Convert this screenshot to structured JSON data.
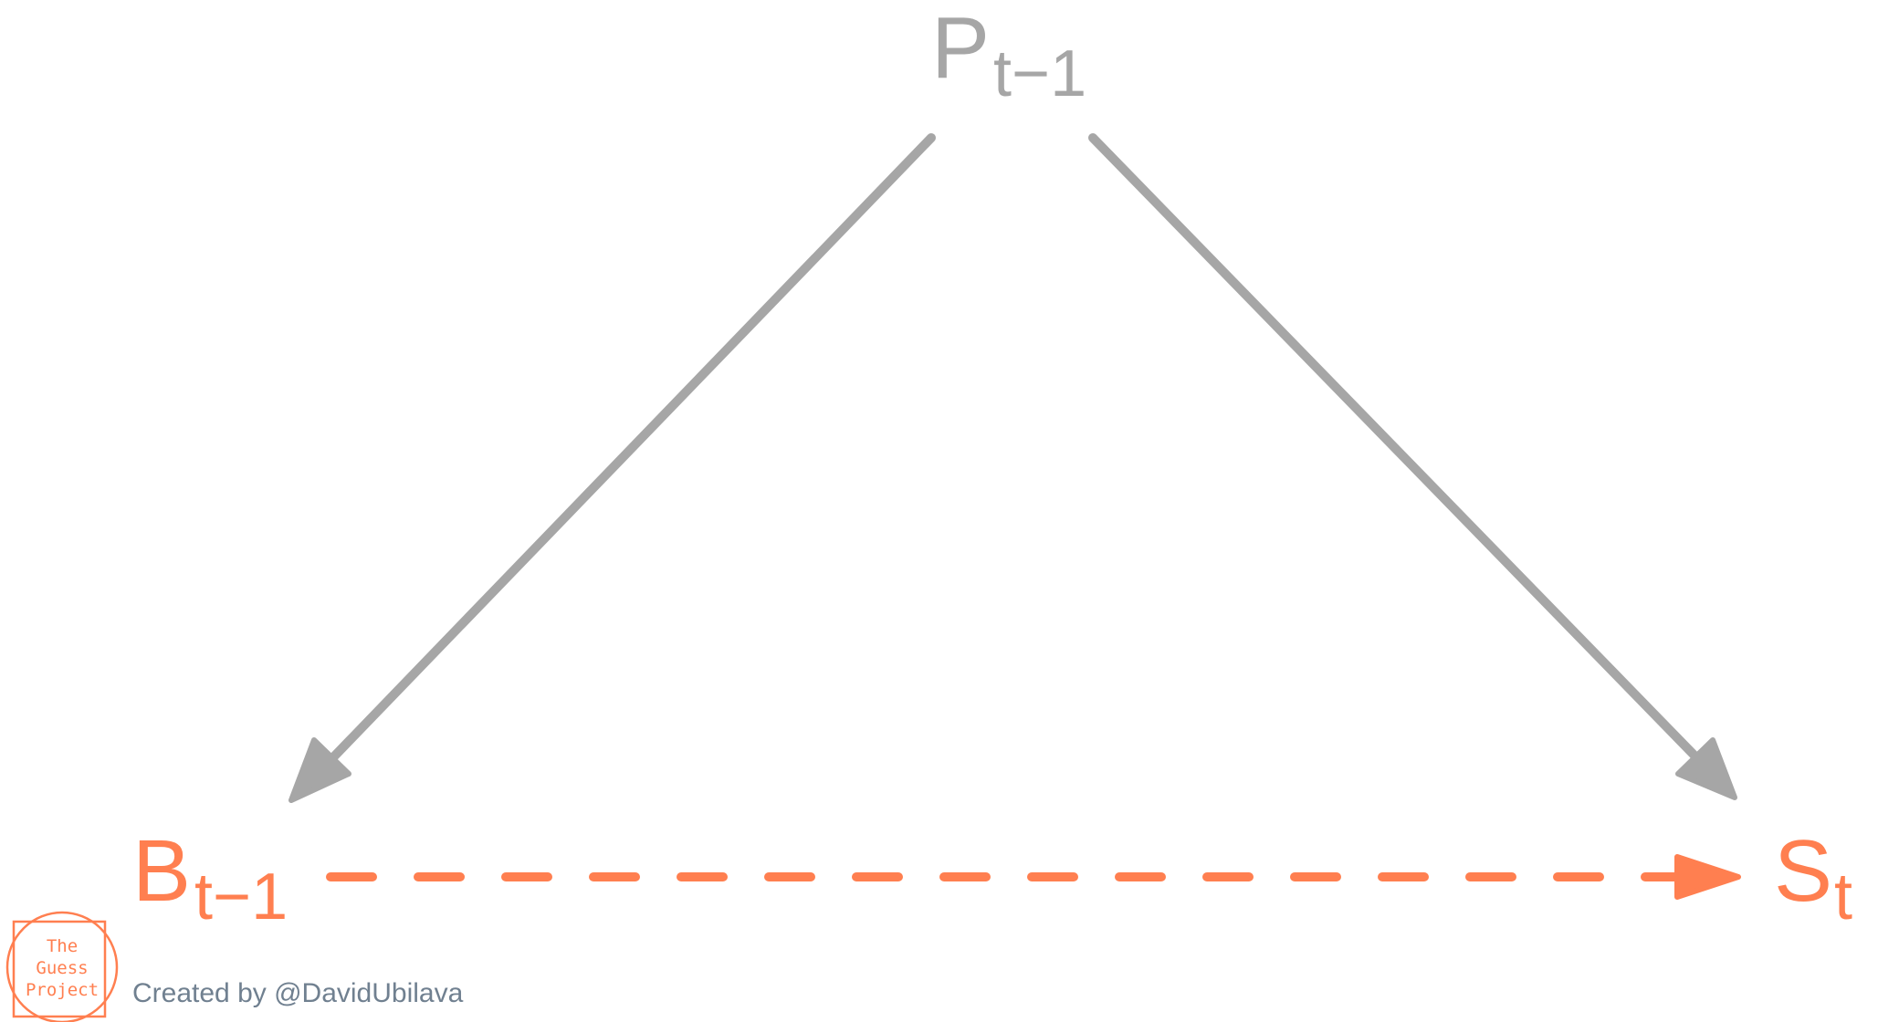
{
  "colors": {
    "confounder": "#a6a6a6",
    "highlight": "#ff7f50",
    "credit_text": "#708090",
    "background": "#ffffff"
  },
  "nodes": {
    "top": {
      "main": "P",
      "sub": "t−1"
    },
    "left": {
      "main": "B",
      "sub": "t−1"
    },
    "right": {
      "main": "S",
      "sub": "t"
    }
  },
  "edges": [
    {
      "from": "top",
      "to": "left",
      "style": "solid",
      "color": "confounder"
    },
    {
      "from": "top",
      "to": "right",
      "style": "solid",
      "color": "confounder"
    },
    {
      "from": "left",
      "to": "right",
      "style": "dashed",
      "color": "highlight"
    }
  ],
  "logo": {
    "line1": "The",
    "line2": "Guess",
    "line3": "Project"
  },
  "credit": "Created by @DavidUbilava"
}
